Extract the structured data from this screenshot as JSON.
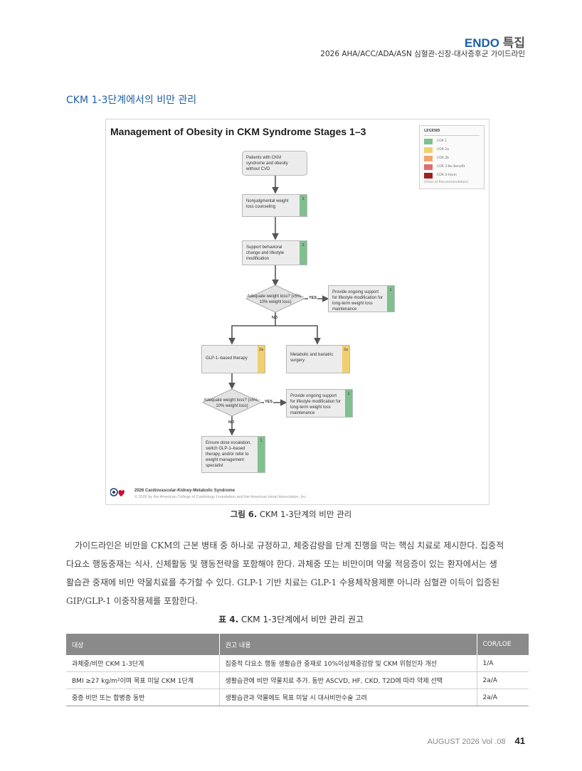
{
  "header": {
    "brand": "ENDO",
    "brand_tail": "특집",
    "subtitle": "2026 AHA/ACC/ADA/ASN 심혈관-신장-대사증후군 가이드라인"
  },
  "section_title": "CKM 1-3단계에서의 비만 관리",
  "figure": {
    "title": "Management of Obesity in CKM Syndrome Stages 1–3",
    "legend": {
      "title": "LEGEND",
      "items": [
        {
          "label": "COR 1",
          "color": "#7fc08e"
        },
        {
          "label": "COR 2a",
          "color": "#f1cf6c"
        },
        {
          "label": "COR 2b",
          "color": "#f0a56a"
        },
        {
          "label": "COR 3-No Benefit",
          "color": "#e06c6c"
        },
        {
          "label": "COR 3-Harm",
          "color": "#a02020"
        }
      ],
      "footer": "(Class of Recommendation)"
    },
    "nodes": {
      "start": "Patients with CKM syndrome and obesity without CVD",
      "counseling": "Nonjudgmental weight loss counseling",
      "counseling_cor": "1",
      "behavioral": "Support behavioral change and lifestyle modification",
      "behavioral_cor": "1",
      "decision1": "Adequate weight loss? (≥5%–10% weight loss)",
      "support1": "Provide ongoing support for lifestyle modification for long-term weight loss maintenance",
      "support1_cor": "1",
      "glp1": "GLP-1–based therapy",
      "glp1_cor": "2a",
      "bariatric": "Metabolic and bariatric surgery",
      "bariatric_cor": "2a",
      "decision2": "Adequate weight loss? (≥5%–10% weight loss)",
      "support2": "Provide ongoing support for lifestyle modification for long-term weight loss maintenance",
      "support2_cor": "1",
      "escalation": "Ensure dose escalation, switch GLP-1–based therapy, and/or refer to weight management specialist",
      "escalation_cor": "1"
    },
    "labels": {
      "yes": "YES",
      "no": "NO"
    },
    "footer_line1": "2026 Cardiovascular-Kidney-Metabolic Syndrome",
    "footer_line2": "© 2026 by the American College of Cardiology Foundation and the American Heart Association, Inc."
  },
  "figure_caption": {
    "label": "그림 6.",
    "text": "CKM 1-3단계의 비만 관리"
  },
  "paragraph_lines": [
    "가이드라인은 비만을 CKM의 근본 병태 중 하나로 규정하고, 체중감량을 단계 진행을 막는 핵심 치료로 제시한다. 집중적",
    "다요소 행동중재는 식사, 신체활동 및 행동전략을 포함해야 한다. 과체중 또는 비만이며 약물 적응증이 있는 환자에서는 생",
    "활습관 중재에 비만 약물치료를 추가할 수 있다. GLP-1 기반 치료는 GLP-1 수용체작용제뿐 아니라 심혈관 이득이 입증된",
    "GIP/GLP-1 이중작용제를 포함한다."
  ],
  "table": {
    "caption_label": "표 4.",
    "caption_text": "CKM 1-3단계에서 비만 관리 권고",
    "headers": [
      "대상",
      "권고 내용",
      "COR/LOE"
    ],
    "rows": [
      [
        "과체중/비만 CKM 1-3단계",
        "집중적 다요소 행동 생활습관 중재로 10%이상체중감량 및 CKM 위험인자 개선",
        "1/A"
      ],
      [
        "BMI ≥27 kg/m²이며 목표 미달 CKM 1단계",
        "생활습관에 비만 약물치료 추가. 동반 ASCVD, HF, CKD, T2D에 따라 약제 선택",
        "2a/A"
      ],
      [
        "중증 비만 또는 합병증 동반",
        "생활습관과 약물에도 목표 미달 시 대사비만수술 고려",
        "2a/A"
      ]
    ]
  },
  "footer": {
    "issue": "AUGUST 2026  Vol .08",
    "page": "41"
  }
}
